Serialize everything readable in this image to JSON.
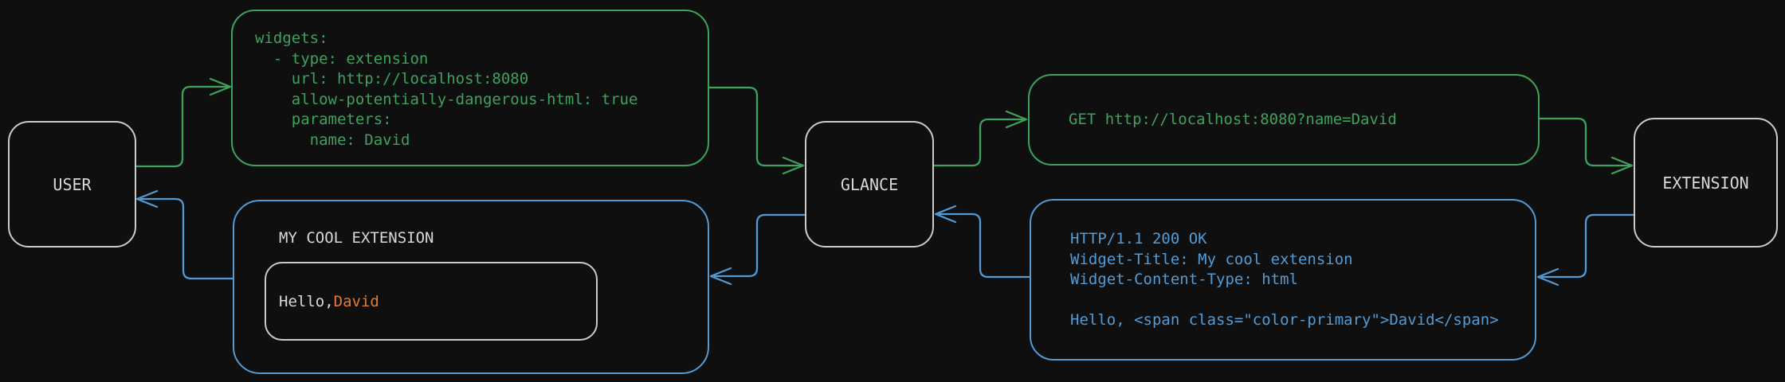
{
  "diagram": {
    "background": "#0f0f10",
    "colors": {
      "request_green": "#3da25c",
      "response_blue": "#529bd5",
      "neutral_border": "#cbcbcb",
      "text_light": "#d8d8d8",
      "name_orange": "#e07c35"
    },
    "user_node": {
      "label": "USER"
    },
    "glance_node": {
      "label": "GLANCE"
    },
    "extension_node": {
      "label": "EXTENSION"
    },
    "config_snippet": {
      "lines": [
        "widgets:",
        "  - type: extension",
        "    url: http://localhost:8080",
        "    allow-potentially-dangerous-html: true",
        "    parameters:",
        "      name: David"
      ]
    },
    "request_snippet": {
      "text": "GET http://localhost:8080?name=David"
    },
    "response_snippet": {
      "lines": [
        "HTTP/1.1 200 OK",
        "Widget-Title: My cool extension",
        "Widget-Content-Type: html",
        "",
        "Hello, <span class=\"color-primary\">David</span>"
      ]
    },
    "widget_preview": {
      "title": "MY COOL EXTENSION",
      "greeting_prefix": "Hello, ",
      "greeting_name": "David"
    }
  }
}
